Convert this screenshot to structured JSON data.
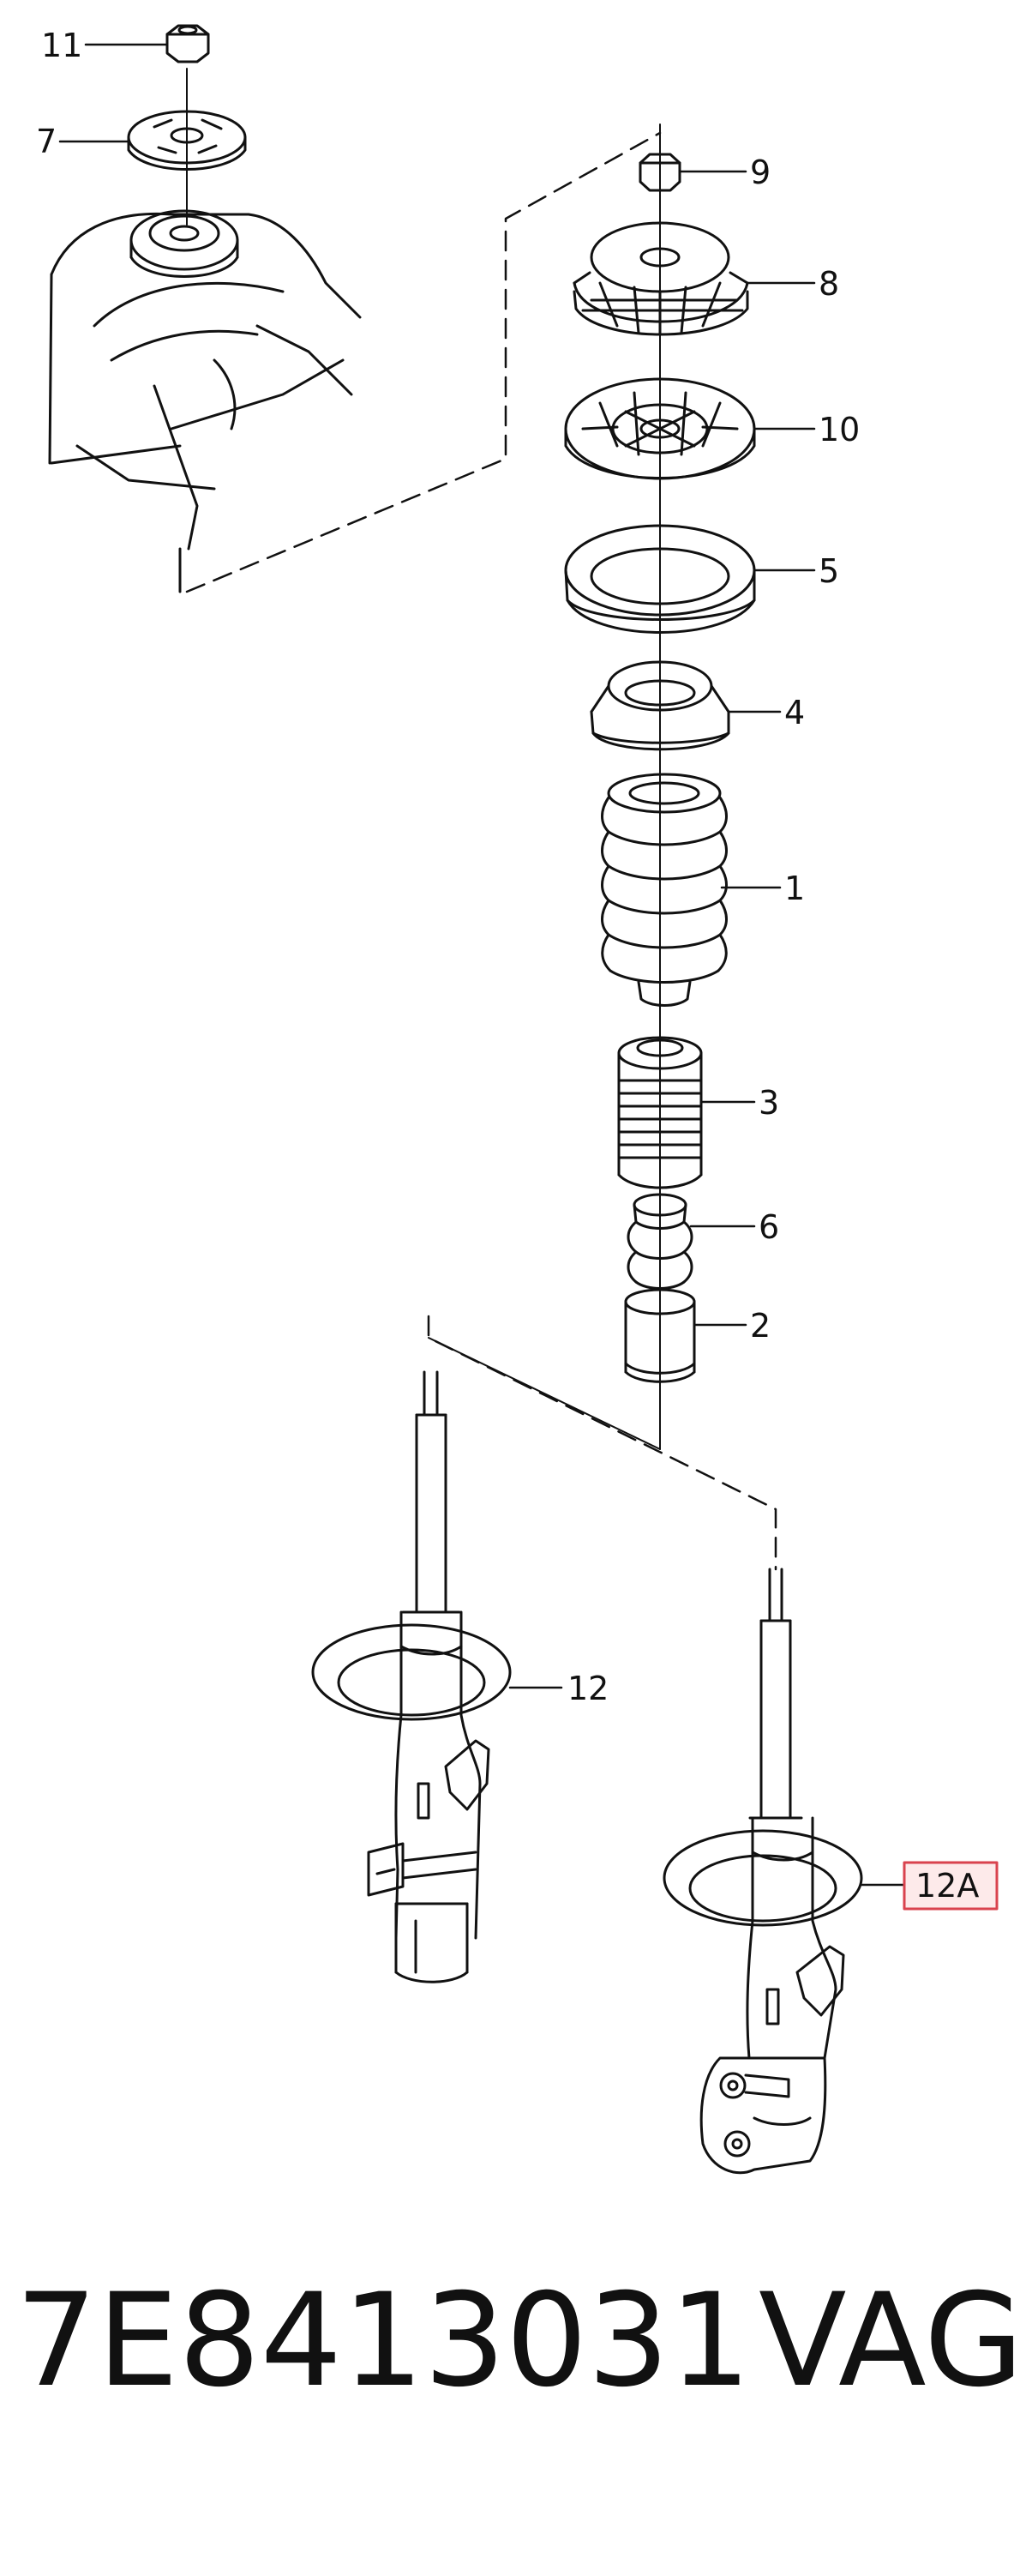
{
  "callouts": {
    "p11": "11",
    "p7": "7",
    "p9": "9",
    "p8": "8",
    "p10": "10",
    "p5": "5",
    "p4": "4",
    "p1": "1",
    "p3": "3",
    "p6": "6",
    "p2": "2",
    "p12": "12",
    "p12a": "12A"
  },
  "highlight_color": "#d9434e",
  "footer": {
    "part_number": "7E8413031",
    "brand": "VAG"
  }
}
